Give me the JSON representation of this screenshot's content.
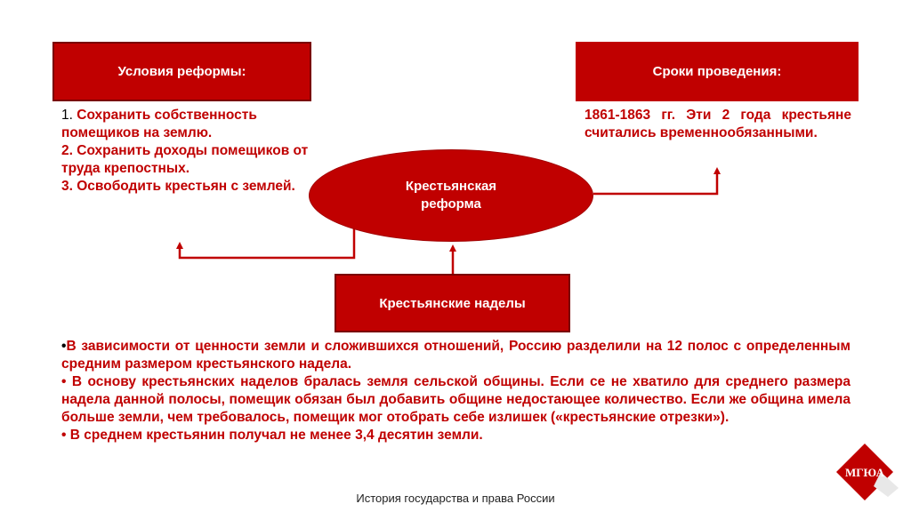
{
  "boxes": {
    "conditions": "Условия реформы:",
    "terms": "Сроки проведения:",
    "allotments": "Крестьянские наделы"
  },
  "ellipse": {
    "line1": "Крестьянская",
    "line2": "реформа"
  },
  "conditions_list": [
    {
      "num": "1.",
      "text": "Сохранить собственность помещиков на землю."
    },
    {
      "num": "2.",
      "text": "Сохранить доходы помещиков от труда крепостных."
    },
    {
      "num": "3.",
      "text": "Освободить крестьян с землей."
    }
  ],
  "terms_text": "1861-1863 гг. Эти 2 года крестьяне считались временнообязанными.",
  "bullets": [
    {
      "marker": "•",
      "text": "В зависимости от ценности земли и сложившихся отношений, Россию разделили на 12 полос с определенным средним размером крестьянского надела."
    },
    {
      "marker": "•",
      "text": "В основу крестьянских наделов бралась земля сельской общины. Если се не хватило для среднего размера надела данной полосы, помещик обязан был добавить общине недостающее количество. Если же община имела больше земли, чем требовалось, помещик мог отобрать себе излишек («крестьянские отрезки»)."
    },
    {
      "marker": "•",
      "text": "В среднем крестьянин получал не менее 3,4 десятин земли."
    }
  ],
  "footer": "История государства и права России",
  "logo_text": "МГЮА",
  "colors": {
    "accent": "#c00000",
    "dark_red": "#7a0000"
  }
}
